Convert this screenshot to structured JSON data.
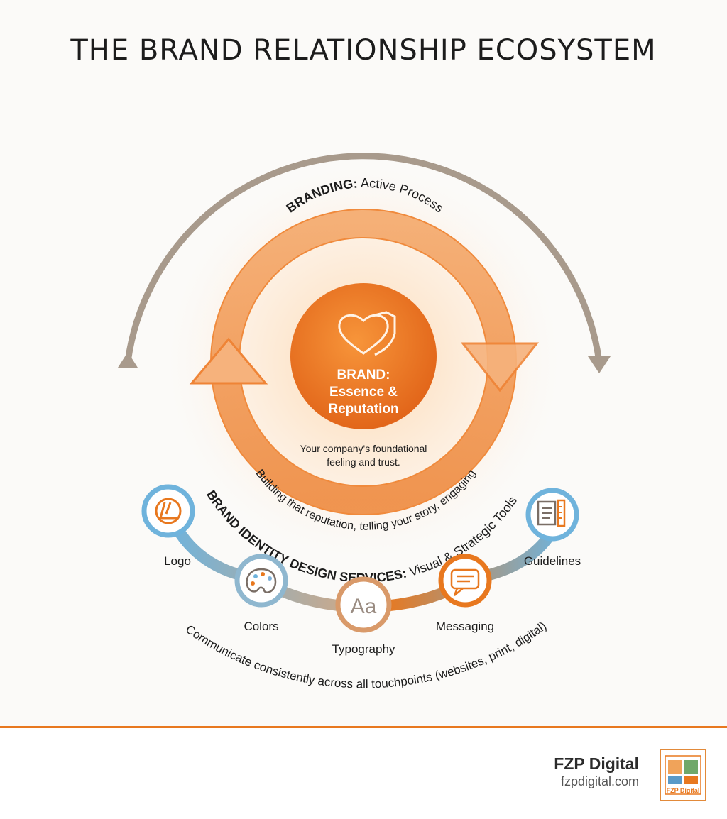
{
  "title": "THE BRAND RELATIONSHIP ECOSYSTEM",
  "center": {
    "heading_line1": "BRAND:",
    "heading_line2": "Essence &",
    "heading_line3": "Reputation",
    "desc_line1": "Your company's foundational",
    "desc_line2": "feeling and trust."
  },
  "branding_ring": {
    "label_bold": "BRANDING:",
    "label_rest": " Active Process",
    "sublabel": "Building that reputation, telling your story, engaging"
  },
  "identity": {
    "label_bold": "BRAND IDENTITY DESIGN SERVICES:",
    "label_rest": " Visual & Strategic Tools",
    "tagline": "Communicate consistently across all touchpoints (websites, print, digital)"
  },
  "tools": [
    {
      "label": "Logo",
      "icon": "logo-mark-icon"
    },
    {
      "label": "Colors",
      "icon": "palette-icon"
    },
    {
      "label": "Typography",
      "icon": "typography-icon",
      "glyph": "Aa"
    },
    {
      "label": "Messaging",
      "icon": "chat-bubble-icon"
    },
    {
      "label": "Guidelines",
      "icon": "document-ruler-icon"
    }
  ],
  "footer": {
    "company": "FZP Digital",
    "url": "fzpdigital.com",
    "logo_text": "FZP Digital"
  },
  "colors": {
    "orange": "#e8781f",
    "blue": "#6fb3dc",
    "taupe": "#a89a8c",
    "text": "#1c1c1c"
  }
}
